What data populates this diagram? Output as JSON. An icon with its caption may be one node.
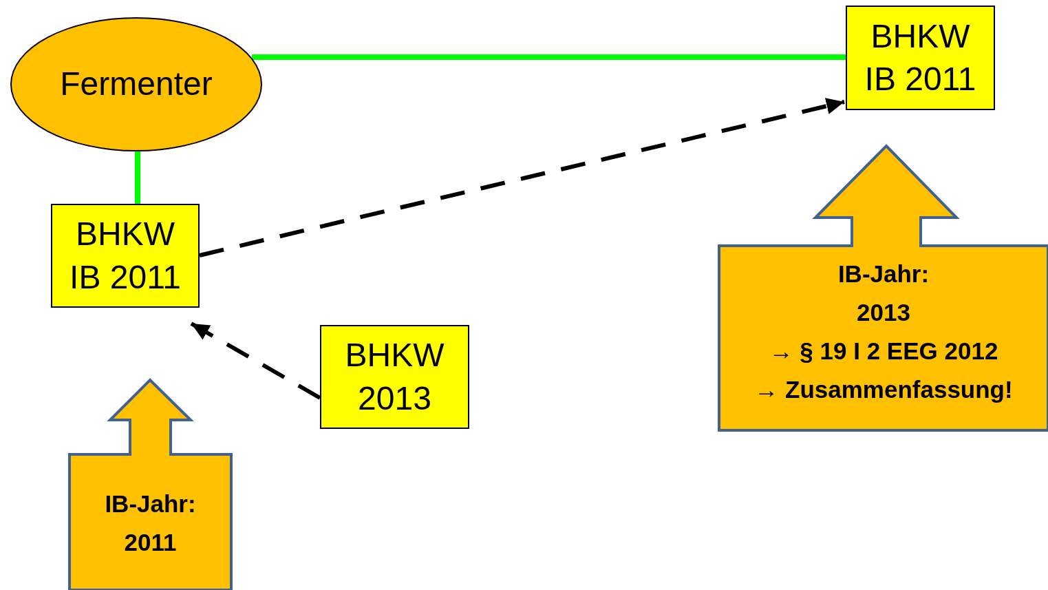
{
  "diagram": {
    "nodes": [
      {
        "text": [
          "Fermenter"
        ]
      },
      {
        "text": [
          "BHKW IB 2011"
        ]
      },
      {
        "text": [
          "BHKW IB 2011"
        ]
      },
      {
        "text": [
          "BHKW 2013"
        ]
      },
      {
        "text": [
          "IB-Jahr: 2011"
        ]
      },
      {
        "text": [
          "IB-Jahr: 2013",
          "→ § 19 I 2 EEG 2012",
          "→ Zusammenfassung!"
        ]
      }
    ],
    "edges": [
      {
        "from": 0,
        "to": 2,
        "arrow": "none",
        "color": "#00ff00"
      },
      {
        "from": 0,
        "to": 1,
        "arrow": "none",
        "color": "#00ff00"
      },
      {
        "from": 2,
        "to": 1,
        "arrow": "to",
        "style": "dashed",
        "color": "#000000"
      },
      {
        "from": 3,
        "to": 2,
        "arrow": "to",
        "style": "dashed",
        "color": "#000000"
      }
    ]
  }
}
